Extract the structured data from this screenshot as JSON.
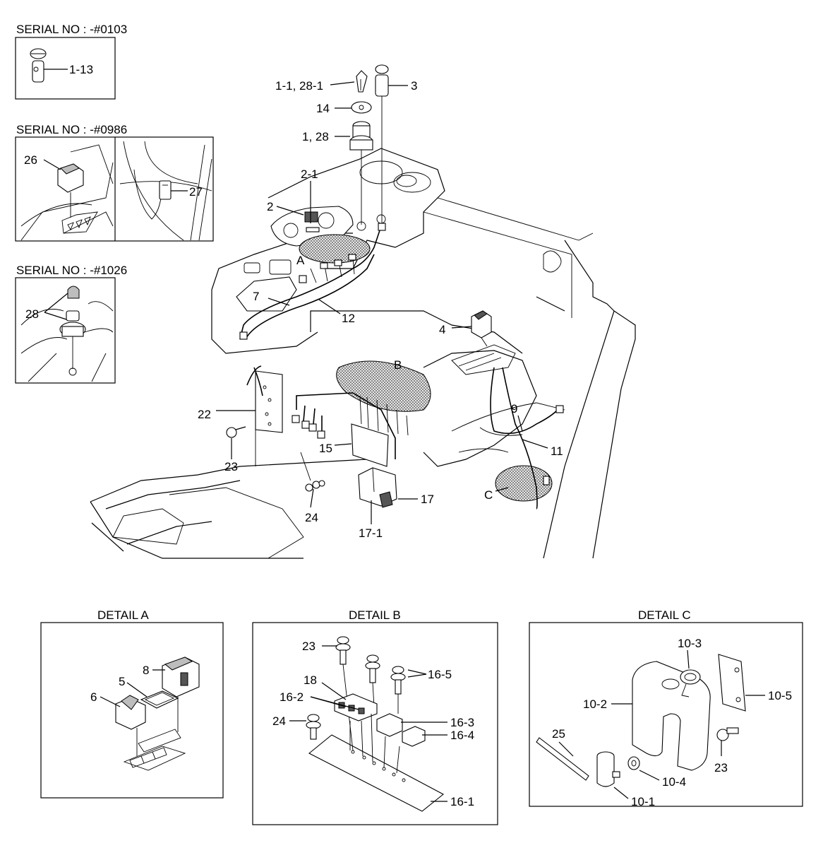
{
  "insets": [
    {
      "title": "SERIAL NO : -#0103",
      "labels": [
        "1-13"
      ]
    },
    {
      "title": "SERIAL NO : -#0986",
      "labels": [
        "26",
        "27"
      ]
    },
    {
      "title": "SERIAL NO : -#1026",
      "labels": [
        "28"
      ]
    }
  ],
  "main_labels": {
    "l_1_1_28_1": "1-1, 28-1",
    "l_3": "3",
    "l_14": "14",
    "l_1_28": "1, 28",
    "l_2_1": "2-1",
    "l_2": "2",
    "l_A": "A",
    "l_7": "7",
    "l_12": "12",
    "l_4": "4",
    "l_B": "B",
    "l_9": "9",
    "l_11": "11",
    "l_22": "22",
    "l_15": "15",
    "l_23": "23",
    "l_C": "C",
    "l_24": "24",
    "l_17": "17",
    "l_17_1": "17-1"
  },
  "details": [
    {
      "title": "DETAIL A",
      "labels": [
        "8",
        "5",
        "6"
      ]
    },
    {
      "title": "DETAIL B",
      "labels": [
        "23",
        "16-5",
        "18",
        "16-2",
        "24",
        "16-3",
        "16-4",
        "16-1"
      ]
    },
    {
      "title": "DETAIL C",
      "labels": [
        "10-3",
        "10-2",
        "10-5",
        "25",
        "23",
        "10-4",
        "10-1"
      ]
    }
  ]
}
